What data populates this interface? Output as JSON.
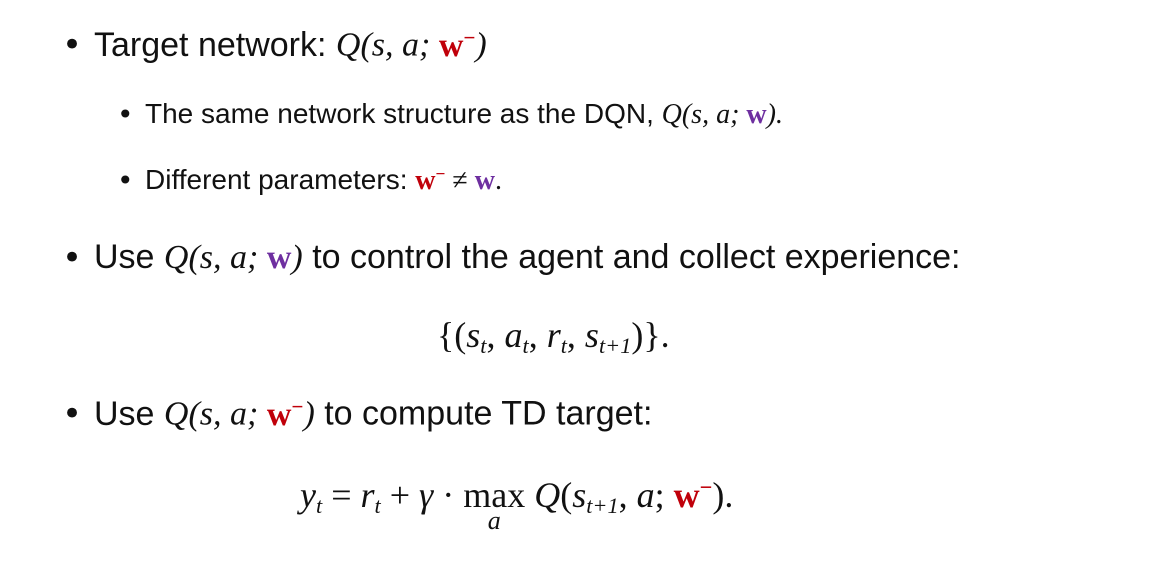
{
  "bullets": [
    {
      "text": "Target network: ",
      "math": "Q(s, a; w⁻)",
      "sub_bullets": [
        {
          "text": "The same network structure as the DQN, ",
          "math": "Q(s, a; w)."
        },
        {
          "text": "Different parameters: ",
          "math": "w⁻ ≠ w."
        }
      ]
    },
    {
      "text_before": "Use ",
      "math": "Q(s, a; w)",
      "text_after": " to control the agent and collect experience:",
      "equation": "{(s_t, a_t, r_t, s_t+1)}."
    },
    {
      "text_before": "Use ",
      "math": "Q(s, a; w⁻)",
      "text_after": " to compute TD target:",
      "equation": "y_t = r_t + γ · max_a Q(s_t+1, a; w⁻)."
    }
  ],
  "colors": {
    "target_weights": "#c0000a",
    "dqn_weights": "#6e2fa0"
  }
}
